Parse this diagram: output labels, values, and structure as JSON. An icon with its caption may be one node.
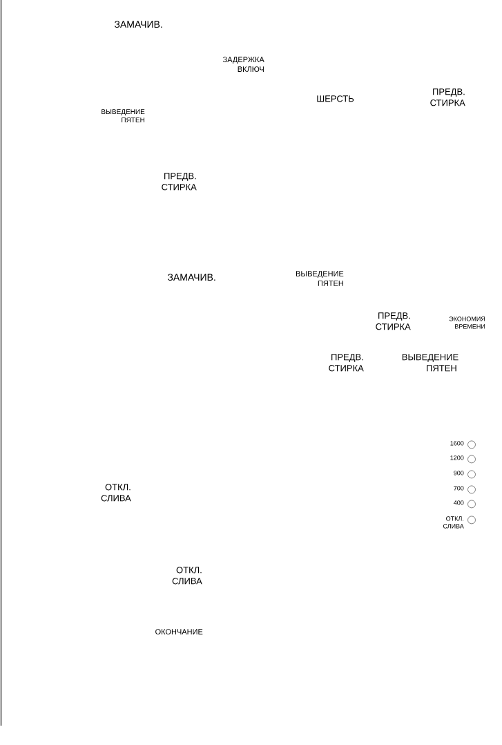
{
  "diagram": {
    "labels": [
      "ЗАМАЧИВ.",
      "ЗАДЕРЖКА ВКЛЮЧ",
      "ШЕРСТЬ",
      "ПРЕДВ. СТИРКА",
      "ВЫВЕДЕНИЕ ПЯТЕН",
      "ПРЕДВ. СТИРКА",
      "ЗАМАЧИВ.",
      "ВЫВЕДЕНИЕ ПЯТЕН",
      "ПРЕДВ. СТИРКА",
      "ЭКОНОМИЯ ВРЕМЕНИ",
      "ПРЕДВ. СТИРКА",
      "ВЫВЕДЕНИЕ ПЯТЕН",
      "1600",
      "1200",
      "900",
      "ОТКЛ. СЛИВА",
      "700",
      "400",
      "ОТКЛ. СЛИВА",
      "ОТКЛ. СЛИВА",
      "ОКОНЧАНИЕ"
    ]
  }
}
